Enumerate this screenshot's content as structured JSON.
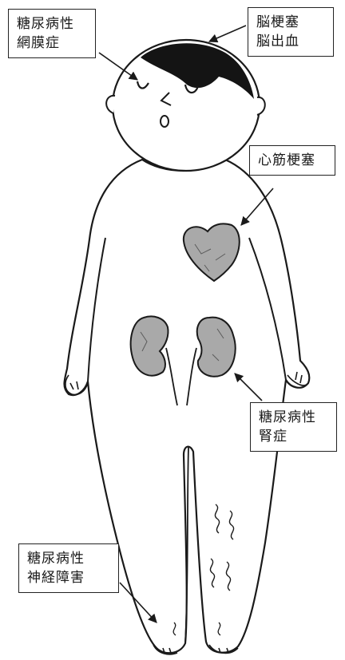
{
  "labels": {
    "retinopathy": {
      "line1": "糖尿病性",
      "line2": "網膜症"
    },
    "stroke": {
      "line1": "脳梗塞",
      "line2": "脳出血"
    },
    "myocardial_infarction": {
      "line1": "心筋梗塞"
    },
    "nephropathy": {
      "line1": "糖尿病性",
      "line2": "腎症"
    },
    "neuropathy": {
      "line1": "糖尿病性",
      "line2": "神経障害"
    }
  },
  "colors": {
    "outline": "#1a1a1a",
    "hair": "#141414",
    "organ_fill": "#a9a9a9",
    "body_fill": "#ffffff"
  }
}
